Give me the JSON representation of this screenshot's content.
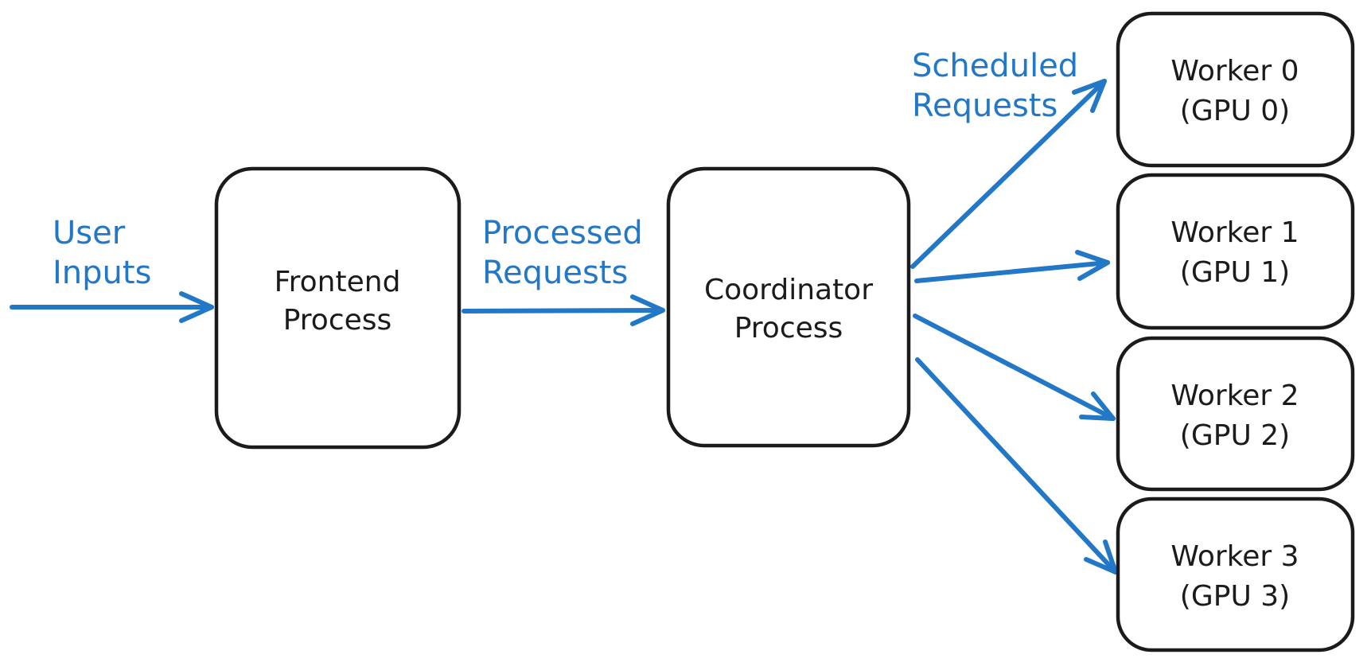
{
  "diagram": {
    "type": "flow-diagram",
    "style": "hand-drawn",
    "background_color": "#ffffff",
    "box_stroke_color": "#1b1b1b",
    "accent_color": "#2277c7",
    "nodes": [
      {
        "id": "frontend-process",
        "line1": "Frontend",
        "line2": "Process"
      },
      {
        "id": "coordinator-process",
        "line1": "Coordinator",
        "line2": "Process"
      },
      {
        "id": "worker-0",
        "line1": "Worker 0",
        "line2": "(GPU 0)"
      },
      {
        "id": "worker-1",
        "line1": "Worker 1",
        "line2": "(GPU 1)"
      },
      {
        "id": "worker-2",
        "line1": "Worker 2",
        "line2": "(GPU 2)"
      },
      {
        "id": "worker-3",
        "line1": "Worker 3",
        "line2": "(GPU 3)"
      }
    ],
    "edge_labels": [
      {
        "id": "user-inputs",
        "line1": "User",
        "line2": "Inputs"
      },
      {
        "id": "processed-requests",
        "line1": "Processed",
        "line2": "Requests"
      },
      {
        "id": "scheduled-requests",
        "line1": "Scheduled",
        "line2": "Requests"
      }
    ],
    "edges": [
      {
        "id": "user-inputs-arrow",
        "from": "external-user",
        "to": "frontend-process"
      },
      {
        "id": "processed-requests-arrow",
        "from": "frontend-process",
        "to": "coordinator-process"
      },
      {
        "id": "scheduled-arrow-worker-0",
        "from": "coordinator-process",
        "to": "worker-0"
      },
      {
        "id": "scheduled-arrow-worker-1",
        "from": "coordinator-process",
        "to": "worker-1"
      },
      {
        "id": "scheduled-arrow-worker-2",
        "from": "coordinator-process",
        "to": "worker-2"
      },
      {
        "id": "scheduled-arrow-worker-3",
        "from": "coordinator-process",
        "to": "worker-3"
      }
    ]
  }
}
